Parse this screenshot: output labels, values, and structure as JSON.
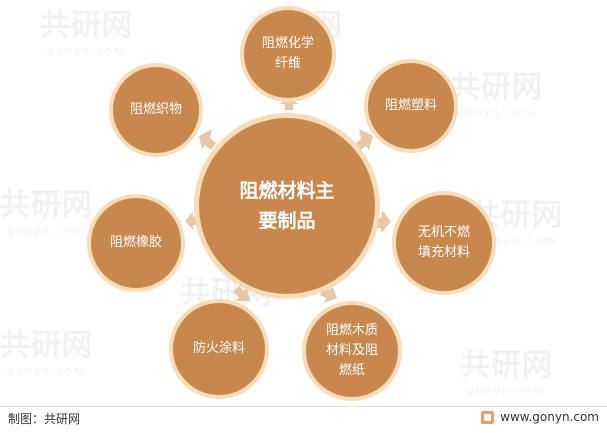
{
  "center": {
    "line1": "阻燃材料主",
    "line2": "要制品"
  },
  "nodes": [
    {
      "id": "chem-fiber",
      "lines": [
        "阻燃化学",
        "纤维"
      ]
    },
    {
      "id": "plastic",
      "lines": [
        "阻燃塑料"
      ]
    },
    {
      "id": "inorganic-filler",
      "lines": [
        "无机不燃",
        "填充材料"
      ]
    },
    {
      "id": "wood-paper",
      "lines": [
        "阻燃木质",
        "材料及阻",
        "燃纸"
      ]
    },
    {
      "id": "fire-coating",
      "lines": [
        "防火涂料"
      ]
    },
    {
      "id": "rubber",
      "lines": [
        "阻燃橡胶"
      ]
    },
    {
      "id": "fabric",
      "lines": [
        "阻燃织物"
      ]
    }
  ],
  "footer": {
    "source": "制图：共研网",
    "website": "www.gonyn.com"
  },
  "watermark": {
    "text": "共研网",
    "sub": "gonyn.com"
  },
  "colors": {
    "circle": "#c8874c",
    "ring": "#f6dcb7",
    "arrow": "#e8c6a8"
  }
}
